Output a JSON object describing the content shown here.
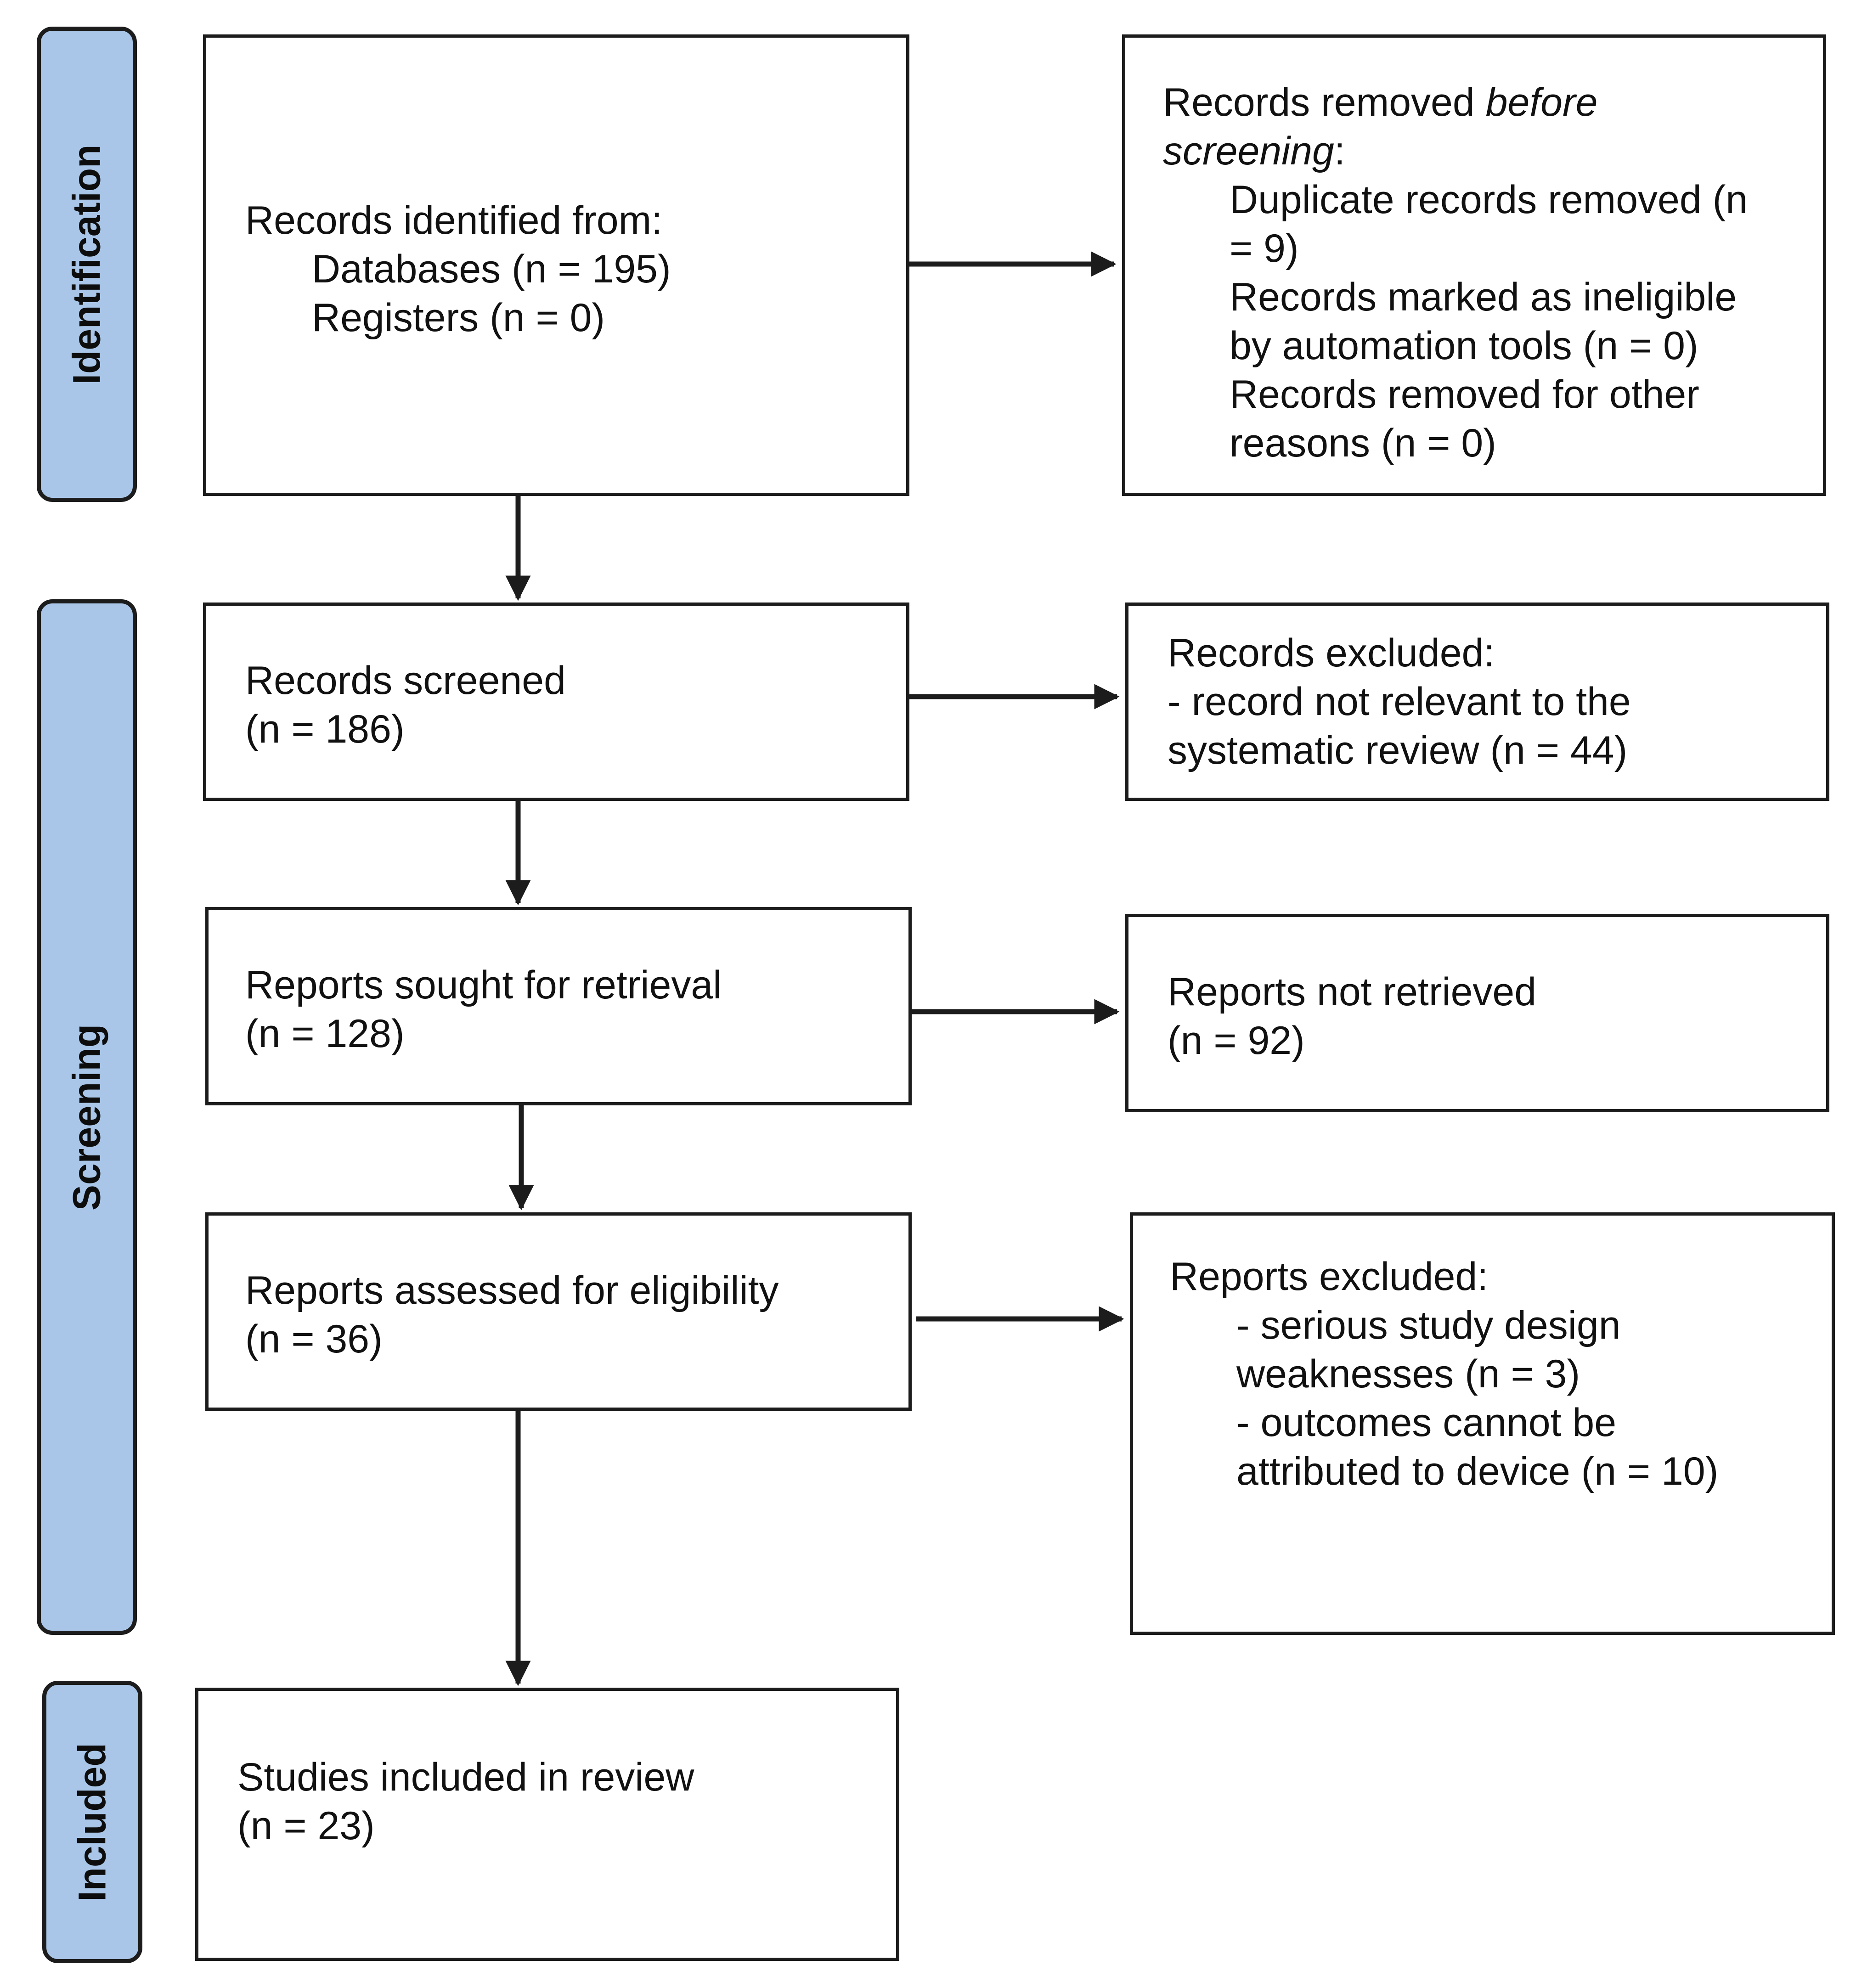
{
  "phases": {
    "identification": "Identification",
    "screening": "Screening",
    "included": "Included"
  },
  "identified": {
    "heading": "Records identified from:",
    "databases": "Databases (n = 195)",
    "registers": "Registers (n = 0)"
  },
  "removed_before": {
    "heading_prefix": "Records removed ",
    "heading_italic_1": "before",
    "heading_italic_2": "screening",
    "heading_suffix": ":",
    "lines": [
      "Duplicate records removed (n",
      "= 9)",
      "Records marked as ineligible",
      "by automation tools (n = 0)",
      "Records removed for other",
      "reasons (n = 0)"
    ]
  },
  "screened": {
    "label": "Records screened",
    "count": "(n = 186)"
  },
  "excluded_records": {
    "heading": "Records excluded:",
    "lines": [
      "- record not relevant to the",
      "systematic review (n = 44)"
    ]
  },
  "sought": {
    "label": "Reports sought for retrieval",
    "count": "(n = 128)"
  },
  "not_retrieved": {
    "label": "Reports not retrieved",
    "count": "(n = 92)"
  },
  "assessed": {
    "label": "Reports assessed for eligibility",
    "count": "(n = 36)"
  },
  "excluded_reports": {
    "heading": "Reports excluded:",
    "lines": [
      "- serious study design",
      "weaknesses (n = 3)",
      "- outcomes cannot be",
      "attributed to device (n = 10)"
    ]
  },
  "included_studies": {
    "label": "Studies included in review",
    "count": "(n = 23)"
  },
  "colors": {
    "phase_fill": "#a9c6e8",
    "stroke": "#1c1c1c"
  }
}
